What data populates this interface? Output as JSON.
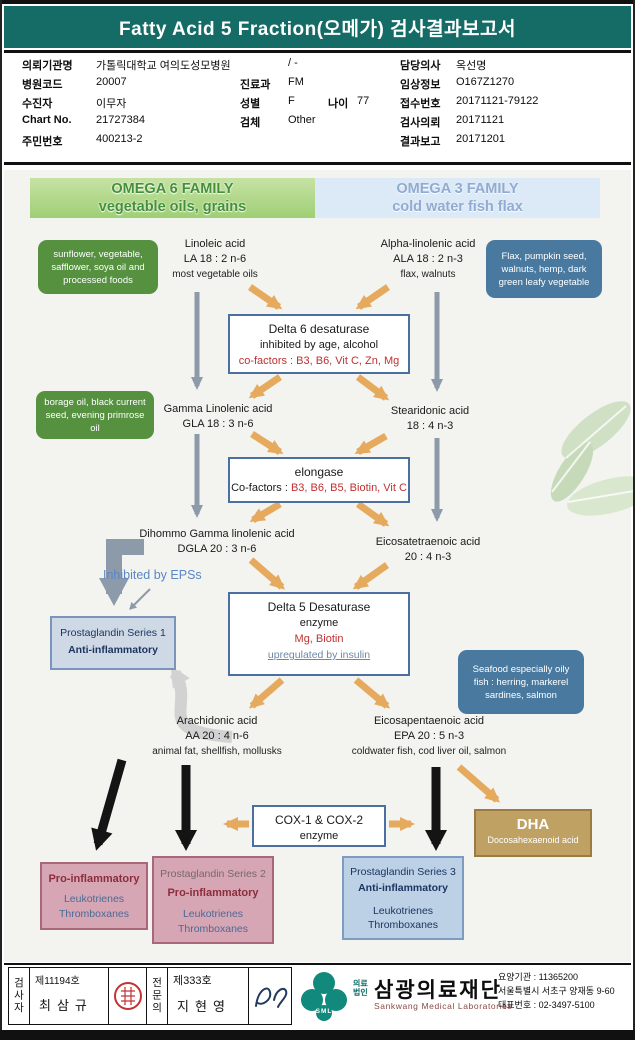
{
  "title": "Fatty Acid 5 Fraction(오메가) 검사결과보고서",
  "colors": {
    "header_teal": "#156b66",
    "omega6_green": "#9fcf74",
    "omega3_blue": "#dce9f6",
    "callout_green": "#55913f",
    "callout_blue": "#49799f",
    "enzyme_border": "#4a6fa0",
    "cofactor_red": "#c03030",
    "arrow_orange": "#e6aa5e",
    "arrow_gray": "#8d9aaa",
    "pink_box": "#d6a6b4",
    "series3_blue": "#bcd1e6",
    "dha_tan": "#c0a164",
    "logo_teal": "#12897d",
    "seal_red": "#c43333"
  },
  "patient": {
    "r1c1l": "의뢰기관명",
    "r1c1v": "가톨릭대학교 여의도성모병원",
    "r1c2v": "/ -",
    "r1c3l": "담당의사",
    "r1c3v": "옥선명",
    "r2c1l": "병원코드",
    "r2c1v": "20007",
    "r2c2l": "진료과",
    "r2c2v": "FM",
    "r2c3l": "임상정보",
    "r2c3v": "O167Z1270",
    "r3c1l": "수진자",
    "r3c1v": "이무자",
    "r3c2l": "성별",
    "r3c2v": "F",
    "r3c2l2": "나이",
    "r3c2v2": "77",
    "r3c3l": "접수번호",
    "r3c3v": "20171121-79122",
    "r4c1l": "Chart No.",
    "r4c1v": "21727384",
    "r4c2l": "검체",
    "r4c2v": "Other",
    "r4c3l": "검사의뢰",
    "r4c3v": "20171121",
    "r5c1l": "주민번호",
    "r5c1v": "400213-2",
    "r5c3l": "결과보고",
    "r5c3v": "20171201"
  },
  "diagram": {
    "omega6_title": "OMEGA 6 FAMILY",
    "omega6_sub": "vegetable oils, grains",
    "omega3_title": "OMEGA 3 FAMILY",
    "omega3_sub": "cold water fish flax",
    "callout_sunflower": "sunflower, vegetable, safflower, soya oil and processed foods",
    "callout_flax": "Flax, pumpkin seed, walnuts, hemp, dark green leafy vegetable",
    "callout_borage": "borage oil, black current seed, evening primrose oil",
    "callout_seafood": "Seafood especially oily fish : herring, markerel sardines, salmon",
    "linoleic_1": "Linoleic acid",
    "linoleic_2": "LA 18 : 2  n-6",
    "linoleic_3": "most vegetable oils",
    "ala_1": "Alpha-linolenic acid",
    "ala_2": "ALA 18 : 2  n-3",
    "ala_3": "flax, walnuts",
    "delta6_1": "Delta 6 desaturase",
    "delta6_2": "inhibited by age, alcohol",
    "delta6_3": "co-factors : B3, B6, Vit C, Zn, Mg",
    "gla_1": "Gamma Linolenic acid",
    "gla_2": "GLA 18 : 3  n-6",
    "ste_1": "Stearidonic acid",
    "ste_2": "18 : 4  n-3",
    "elongase_1": "elongase",
    "elongase_cl": "Co-factors : ",
    "elongase_cv": "B3, B6, B5, Biotin, Vit C",
    "dgla_1": "Dihommo Gamma linolenic acid",
    "dgla_2": "DGLA 20 : 3  n-6",
    "ete_1": "Eicosatetraenoic acid",
    "ete_2": "20 : 4  n-3",
    "inhibited": "Inhibited by EPSs",
    "delta5_1": "Delta 5 Desaturase",
    "delta5_2": "enzyme",
    "delta5_3": "Mg, Biotin",
    "delta5_4": "upregulated by insulin",
    "pg1_1": "Prostaglandin Series 1",
    "pg1_2": "Anti-inflammatory",
    "aa_1": "Arachidonic acid",
    "aa_2": "AA 20 : 4  n-6",
    "aa_3": "animal fat, shellfish, mollusks",
    "epa_1": "Eicosapentaenoic acid",
    "epa_2": "EPA 20 : 5  n-3",
    "epa_3": "coldwater fish, cod liver oil, salmon",
    "cox_1": "COX-1 & COX-2",
    "cox_2": "enzyme",
    "dha_1": "DHA",
    "dha_2": "Docosahexaenoid acid",
    "pro_1": "Pro-inflammatory",
    "pro_2": "Leukotrienes",
    "pro_3": "Thromboxanes",
    "pg2_1": "Prostaglandin Series 2",
    "pg2_2": "Pro-inflammatory",
    "pg2_3": "Leukotrienes",
    "pg2_4": "Thromboxanes",
    "pg3_1": "Prostaglandin Series 3",
    "pg3_2": "Anti-inflammatory",
    "pg3_3": "Leukotrienes",
    "pg3_4": "Thromboxanes"
  },
  "footer": {
    "examiner_label": "검사자",
    "examiner_no": "제11194호",
    "examiner_name": "최삼규",
    "specialist_label": "전문의",
    "specialist_no": "제333호",
    "specialist_name": "지현영",
    "org_type1": "의료",
    "org_type2": "법인",
    "org_name": "삼광의료재단",
    "org_en": "Sankwang Medical Laboratories",
    "logo": "SML",
    "line1": "요양기관 : 11365200",
    "line2": "서울특별시 서초구 양재동 9-60",
    "line3": "대표번호 : 02-3497-5100"
  }
}
